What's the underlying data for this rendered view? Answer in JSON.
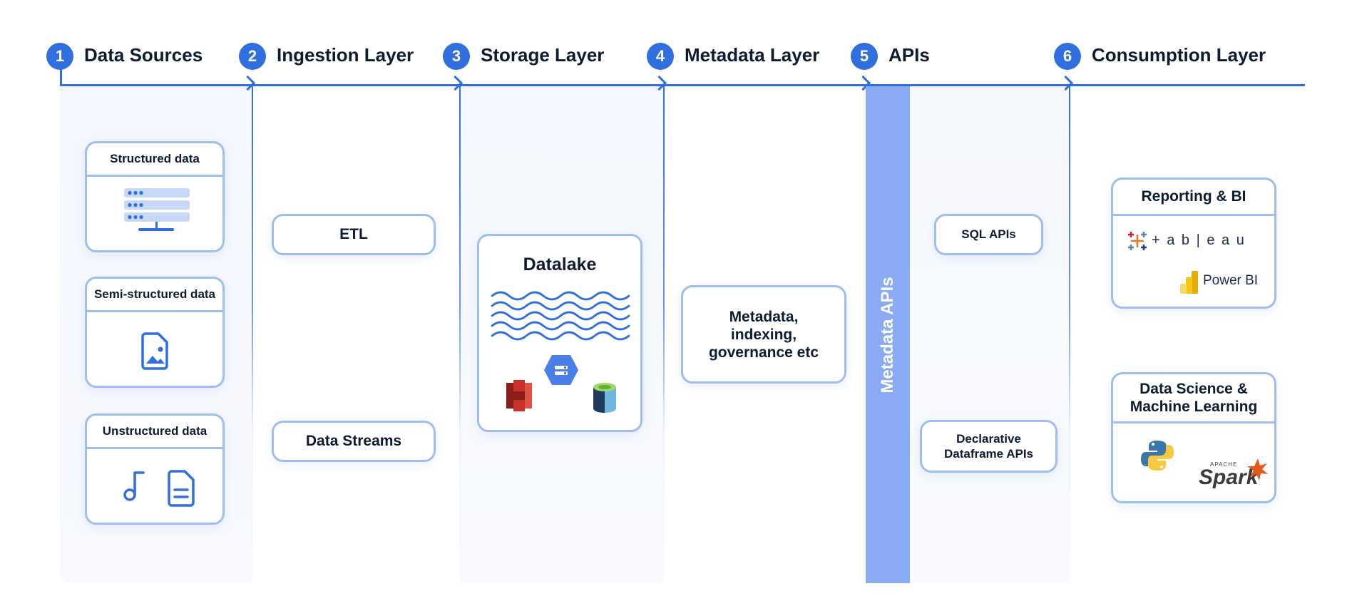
{
  "layers": [
    {
      "number": "1",
      "title": "Data Sources"
    },
    {
      "number": "2",
      "title": "Ingestion Layer"
    },
    {
      "number": "3",
      "title": "Storage Layer"
    },
    {
      "number": "4",
      "title": "Metadata Layer"
    },
    {
      "number": "5",
      "title": "APIs"
    },
    {
      "number": "6",
      "title": "Consumption Layer"
    }
  ],
  "sources": {
    "structured": "Structured data",
    "semi_structured": "Semi-structured data",
    "unstructured": "Unstructured data"
  },
  "ingestion": {
    "etl": "ETL",
    "streams": "Data Streams"
  },
  "storage": {
    "datalake": "Datalake"
  },
  "metadata": {
    "line1": "Metadata,",
    "line2": "indexing,",
    "line3": "governance etc"
  },
  "apis": {
    "bar_label": "Metadata APIs",
    "sql": "SQL APIs",
    "dataframe_line1": "Declarative",
    "dataframe_line2": "Dataframe APIs"
  },
  "consumption": {
    "reporting_title": "Reporting & BI",
    "tableau_wordmark": "+ a b | e a u",
    "powerbi": "Power BI",
    "ds_line1": "Data Science &",
    "ds_line2": "Machine Learning",
    "spark_small": "APACHE",
    "spark_word": "Spark"
  },
  "colors": {
    "accent": "#2f6fe0",
    "card_border": "#9fbdf0",
    "api_bar": "#8aabf3",
    "icon_blue": "#3a78e6",
    "aws_red": "#c8322b",
    "powerbi_yellow": "#f2c811"
  },
  "icons": [
    "server-icon",
    "image-file-icon",
    "music-note-icon",
    "document-icon",
    "waves-icon",
    "gcp-storage-icon",
    "aws-s3-icon",
    "azure-datalake-icon",
    "tableau-logo",
    "powerbi-logo",
    "python-logo",
    "spark-logo"
  ]
}
